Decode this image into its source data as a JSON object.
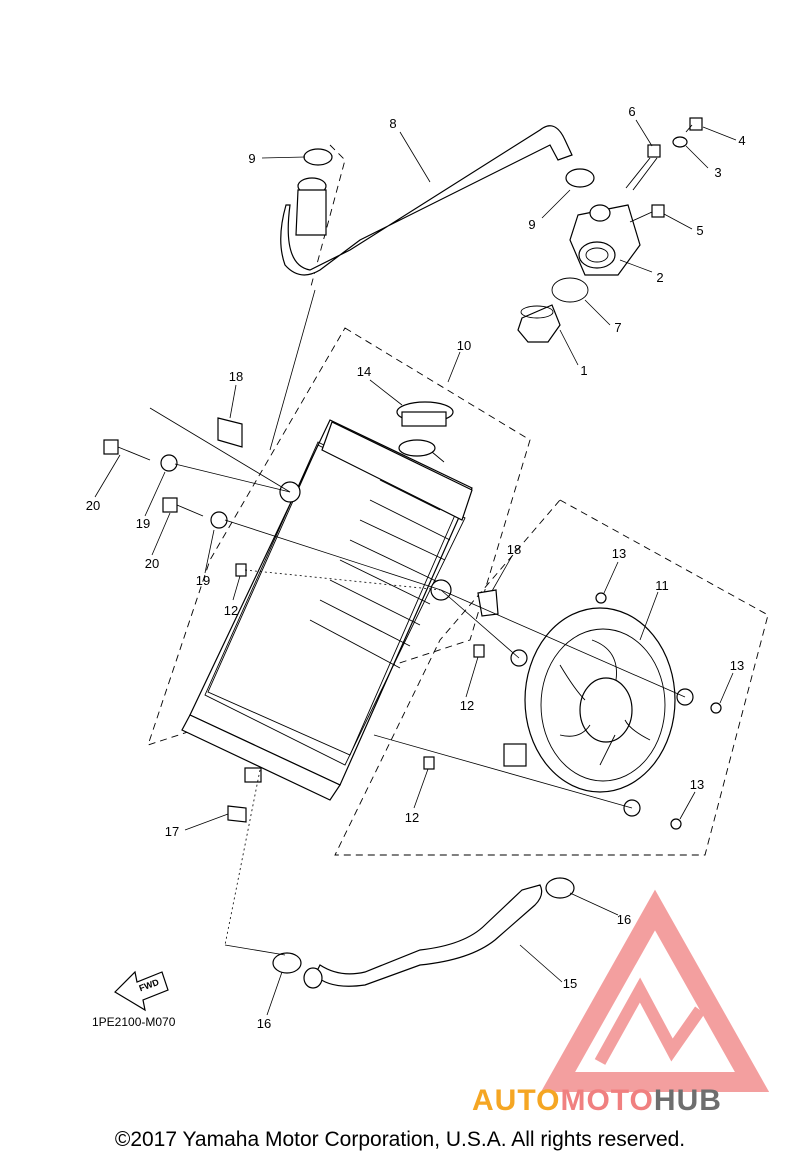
{
  "diagram_code": "1PE2100-M070",
  "copyright": "©2017 Yamaha Motor Corporation, U.S.A. All rights reserved.",
  "fwd_label": "FWD",
  "watermark": {
    "part1": "AUTO",
    "part2": "MOTO",
    "part3": "HUB",
    "colors": {
      "auto": "#f5a623",
      "moto": "#f08080",
      "hub": "#6e6e6e",
      "logo": "#f08080"
    }
  },
  "callouts": {
    "c1": "1",
    "c2": "2",
    "c3": "3",
    "c4": "4",
    "c5": "5",
    "c6": "6",
    "c7": "7",
    "c8": "8",
    "c9a": "9",
    "c9b": "9",
    "c10": "10",
    "c11": "11",
    "c12a": "12",
    "c12b": "12",
    "c12c": "12",
    "c13a": "13",
    "c13b": "13",
    "c13c": "13",
    "c14": "14",
    "c15": "15",
    "c16a": "16",
    "c16b": "16",
    "c17": "17",
    "c18a": "18",
    "c18b": "18",
    "c19a": "19",
    "c19b": "19",
    "c20a": "20",
    "c20b": "20"
  }
}
